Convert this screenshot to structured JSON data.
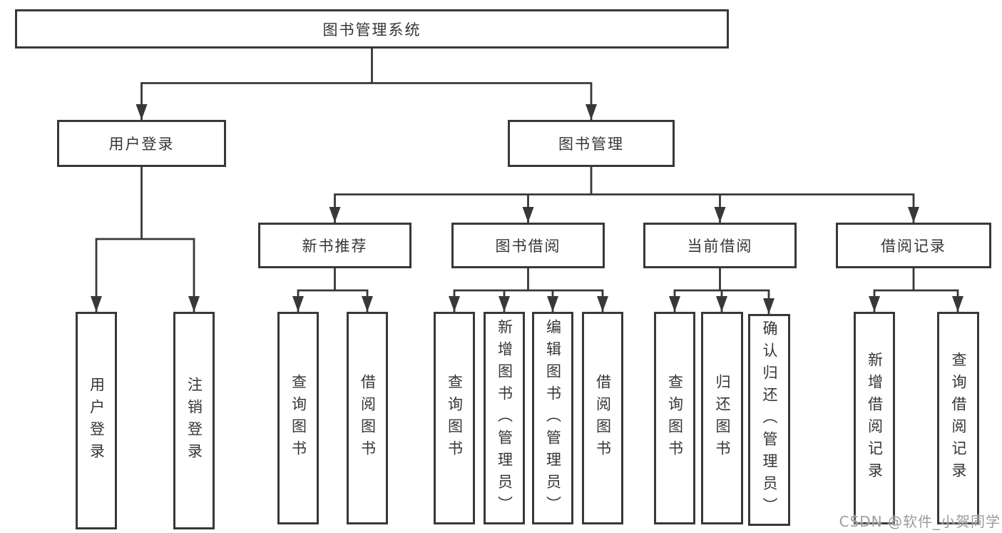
{
  "colors": {
    "line": "#383838",
    "box_border": "#383838",
    "text": "#363636",
    "watermark": "#9c9c9c",
    "background": "#ffffff"
  },
  "tree": {
    "root": {
      "label": "图书管理系统"
    },
    "branches": [
      {
        "label": "用户登录",
        "children": [
          {
            "label": "用户登录"
          },
          {
            "label": "注销登录"
          }
        ]
      },
      {
        "label": "图书管理",
        "children": [
          {
            "label": "新书推荐",
            "children": [
              {
                "label": "查询图书"
              },
              {
                "label": "借阅图书"
              }
            ]
          },
          {
            "label": "图书借阅",
            "children": [
              {
                "label": "查询图书"
              },
              {
                "label": "新增图书（管理员）"
              },
              {
                "label": "编辑图书（管理员）"
              },
              {
                "label": "借阅图书"
              }
            ]
          },
          {
            "label": "当前借阅",
            "children": [
              {
                "label": "查询图书"
              },
              {
                "label": "归还图书"
              },
              {
                "label": "确认归还（管理员）"
              }
            ]
          },
          {
            "label": "借阅记录",
            "children": [
              {
                "label": "新增借阅记录"
              },
              {
                "label": "查询借阅记录"
              }
            ]
          }
        ]
      }
    ]
  },
  "watermark": {
    "text": "CSDN @软件_小贺同学"
  }
}
